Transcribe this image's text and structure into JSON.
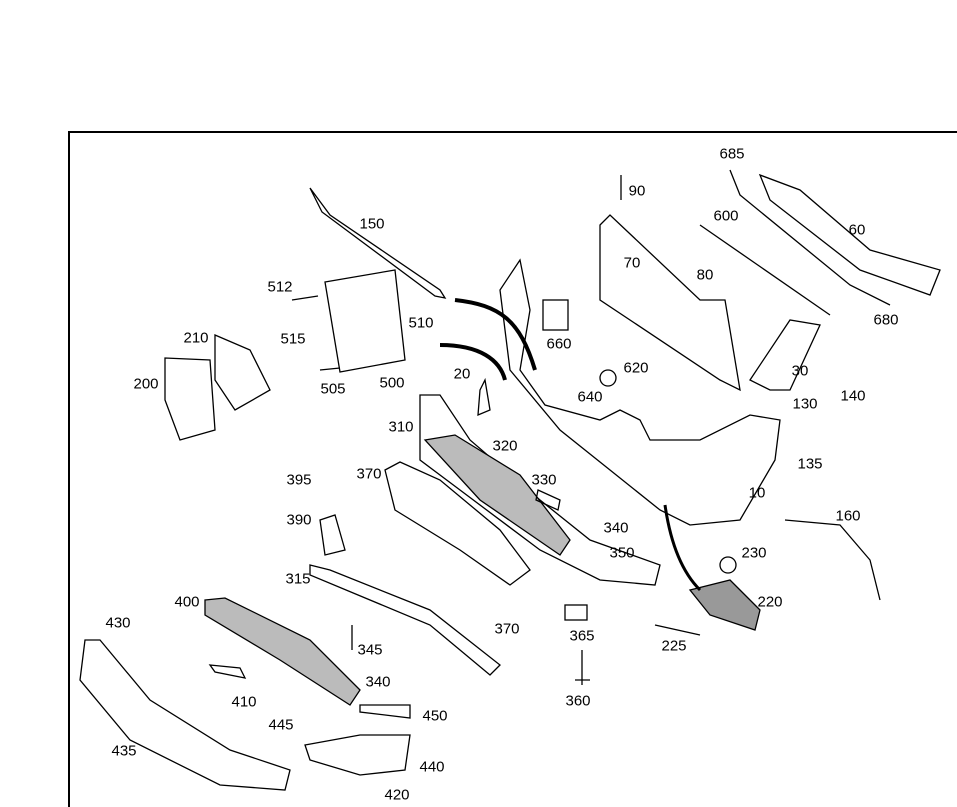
{
  "diagram": {
    "labels": [
      {
        "id": "150",
        "text": "150"
      },
      {
        "id": "512",
        "text": "512"
      },
      {
        "id": "515",
        "text": "515"
      },
      {
        "id": "510",
        "text": "510"
      },
      {
        "id": "505",
        "text": "505"
      },
      {
        "id": "500",
        "text": "500"
      },
      {
        "id": "210",
        "text": "210"
      },
      {
        "id": "200",
        "text": "200"
      },
      {
        "id": "90",
        "text": "90"
      },
      {
        "id": "685",
        "text": "685"
      },
      {
        "id": "600",
        "text": "600"
      },
      {
        "id": "60",
        "text": "60"
      },
      {
        "id": "70",
        "text": "70"
      },
      {
        "id": "80",
        "text": "80"
      },
      {
        "id": "680",
        "text": "680"
      },
      {
        "id": "660",
        "text": "660"
      },
      {
        "id": "620",
        "text": "620"
      },
      {
        "id": "640",
        "text": "640"
      },
      {
        "id": "20",
        "text": "20"
      },
      {
        "id": "30",
        "text": "30"
      },
      {
        "id": "140",
        "text": "140"
      },
      {
        "id": "130",
        "text": "130"
      },
      {
        "id": "135",
        "text": "135"
      },
      {
        "id": "310",
        "text": "310"
      },
      {
        "id": "320",
        "text": "320"
      },
      {
        "id": "10",
        "text": "10"
      },
      {
        "id": "395",
        "text": "395"
      },
      {
        "id": "370a",
        "text": "370"
      },
      {
        "id": "330",
        "text": "330"
      },
      {
        "id": "340a",
        "text": "340"
      },
      {
        "id": "350",
        "text": "350"
      },
      {
        "id": "390",
        "text": "390"
      },
      {
        "id": "160",
        "text": "160"
      },
      {
        "id": "230",
        "text": "230"
      },
      {
        "id": "315",
        "text": "315"
      },
      {
        "id": "220",
        "text": "220"
      },
      {
        "id": "400",
        "text": "400"
      },
      {
        "id": "370b",
        "text": "370"
      },
      {
        "id": "365",
        "text": "365"
      },
      {
        "id": "225",
        "text": "225"
      },
      {
        "id": "430",
        "text": "430"
      },
      {
        "id": "345",
        "text": "345"
      },
      {
        "id": "340b",
        "text": "340"
      },
      {
        "id": "410",
        "text": "410"
      },
      {
        "id": "360",
        "text": "360"
      },
      {
        "id": "450",
        "text": "450"
      },
      {
        "id": "445",
        "text": "445"
      },
      {
        "id": "435",
        "text": "435"
      },
      {
        "id": "440",
        "text": "440"
      },
      {
        "id": "420",
        "text": "420"
      }
    ]
  }
}
